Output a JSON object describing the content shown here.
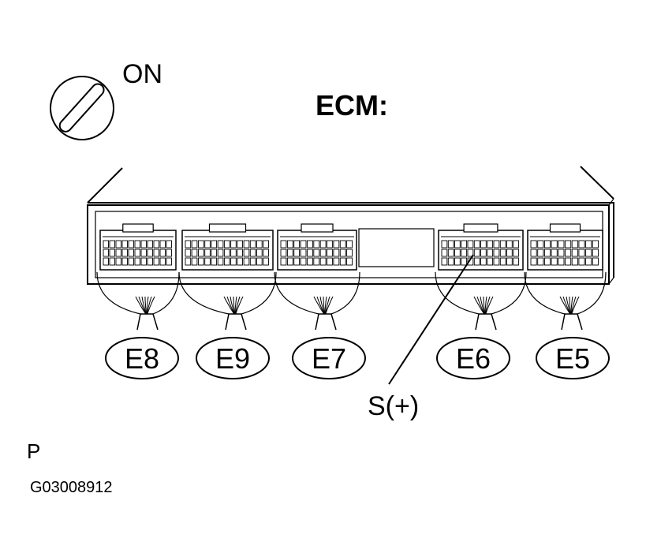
{
  "ignition": {
    "label": "ON",
    "icon": "ignition-switch-icon"
  },
  "ecm": {
    "title": "ECM:"
  },
  "connectors": [
    {
      "id": "E8",
      "label": "E8"
    },
    {
      "id": "E9",
      "label": "E9"
    },
    {
      "id": "E7",
      "label": "E7"
    },
    {
      "id": "E6",
      "label": "E6"
    },
    {
      "id": "E5",
      "label": "E5"
    }
  ],
  "terminal": {
    "label": "S(+)",
    "connector": "E6"
  },
  "footer": {
    "letter": "P",
    "figure_id": "G03008912"
  }
}
